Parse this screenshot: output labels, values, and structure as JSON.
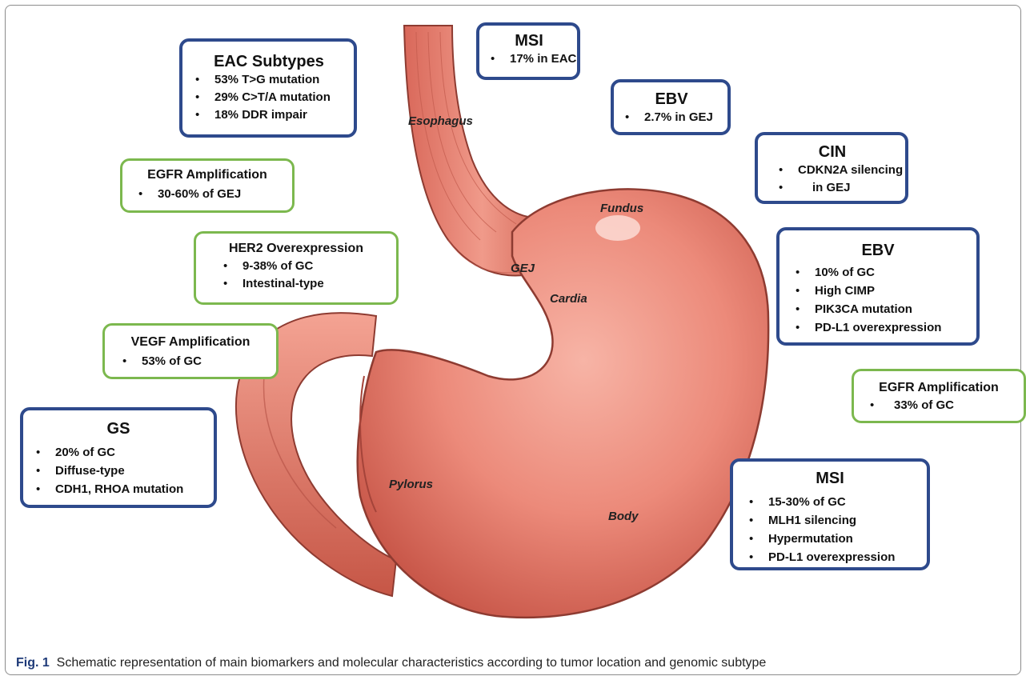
{
  "caption": {
    "fig_label": "Fig. 1",
    "text": "Schematic representation of main biomarkers and molecular characteristics according to tumor location and genomic subtype"
  },
  "anatomy": {
    "esophagus": "Esophagus",
    "fundus": "Fundus",
    "gej": "GEJ",
    "cardia": "Cardia",
    "pylorus": "Pylorus",
    "body": "Body"
  },
  "boxes": {
    "eac_subtypes": {
      "title": "EAC Subtypes",
      "items": [
        "53% T>G mutation",
        "29% C>T/A mutation",
        "18% DDR impair"
      ]
    },
    "msi_eac": {
      "title": "MSI",
      "items": [
        "17% in EAC"
      ]
    },
    "ebv_gej": {
      "title": "EBV",
      "items": [
        "2.7% in GEJ"
      ]
    },
    "cin": {
      "title": "CIN",
      "items": [
        "CDKN2A silencing",
        "in GEJ"
      ]
    },
    "egfr_gej": {
      "title": "EGFR Amplification",
      "items": [
        "30-60% of GEJ"
      ]
    },
    "her2": {
      "title": "HER2 Overexpression",
      "items": [
        "9-38% of GC",
        "Intestinal-type"
      ]
    },
    "ebv_gc": {
      "title": "EBV",
      "items": [
        "10% of GC",
        "High CIMP",
        "PIK3CA mutation",
        "PD-L1 overexpression"
      ]
    },
    "vegf": {
      "title": "VEGF Amplification",
      "items": [
        "53% of GC"
      ]
    },
    "egfr_gc": {
      "title": "EGFR Amplification",
      "items": [
        "33% of GC"
      ]
    },
    "gs": {
      "title": "GS",
      "items": [
        "20% of GC",
        "Diffuse-type",
        "CDH1, RHOA mutation"
      ]
    },
    "msi_gc": {
      "title": "MSI",
      "items": [
        "15-30% of GC",
        "MLH1 silencing",
        "Hypermutation",
        "PD-L1 overexpression"
      ]
    }
  },
  "colors": {
    "blue_border": "#2e4a8c",
    "green_border": "#7cb84e",
    "stomach_fill": "#ec8a7a",
    "stomach_outline": "#8e3b31"
  }
}
